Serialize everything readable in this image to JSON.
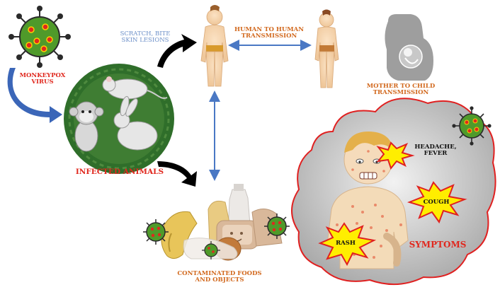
{
  "labels": {
    "virus": "MONKEYPOX\nVIRUS",
    "scratch": "SCRATCH, BITE\nSKIN LESIONS",
    "human_to_human": "HUMAN TO HUMAN\nTRANSMISSION",
    "mother_to_child": "MOTHER TO CHILD\nTRANSMISSION",
    "infected_animals": "INFECTED ANIMALS",
    "contaminated": "CONTAMINATED FOODS\nAND OBJECTS",
    "headache": "HEADACHE,\nFEVER",
    "cough": "COUGH",
    "rash": "RASH",
    "symptoms": "SYMPTOMS"
  },
  "colors": {
    "virus_green": "#4f9a2a",
    "virus_red": "#e0281e",
    "animal_circle": "#2f6e2a",
    "cloud_border": "#e02020",
    "cloud_fill": "#c4c4c4",
    "arrow_blue": "#4a78c4",
    "arrow_black": "#000000",
    "burst_yellow": "#ffee00",
    "burst_red": "#e02020"
  },
  "icons": [
    "monkeypox-virus-icon",
    "human-body-icon",
    "pregnant-woman-icon",
    "monkey-icon",
    "rat-icon",
    "rabbit-icon",
    "food-items-icon",
    "sick-child-icon"
  ]
}
